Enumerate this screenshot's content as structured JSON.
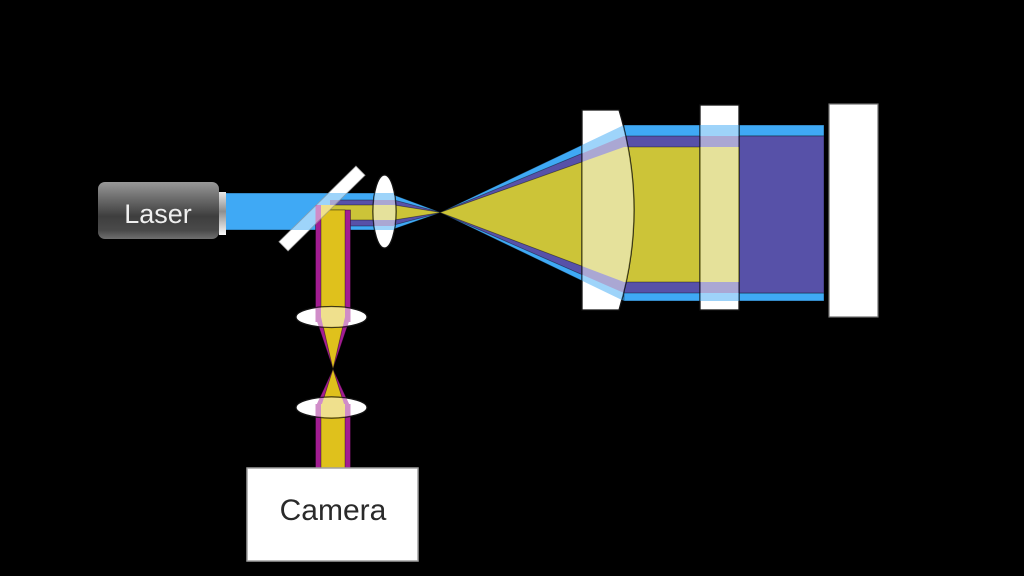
{
  "labels": {
    "laser": "Laser",
    "camera": "Camera"
  },
  "colors": {
    "background": "#000000",
    "excitation_blue": "#3FA9F5",
    "indigo_purple": "#5751A8",
    "beam_yellow": "#CCC438",
    "detection_gold": "#DFC11C",
    "magenta_edge": "#A21D92",
    "optic_white": "#FFFFFF",
    "laser_text": "#EFEFEF",
    "camera_text": "#2A2A2A"
  },
  "components": [
    {
      "id": "laser",
      "label": "Laser",
      "type": "source-box"
    },
    {
      "id": "beamsplitter",
      "label": "",
      "type": "diagonal-dichroic-mirror"
    },
    {
      "id": "focusing-lens",
      "label": "",
      "type": "small-biconvex-lens"
    },
    {
      "id": "focus-point",
      "label": "",
      "type": "beam-waist"
    },
    {
      "id": "objective-lens",
      "label": "",
      "type": "large-plano-convex-lens"
    },
    {
      "id": "window-plate",
      "label": "",
      "type": "flat-optical-window"
    },
    {
      "id": "mirror",
      "label": "",
      "type": "end-mirror"
    },
    {
      "id": "relay-lens-1",
      "label": "",
      "type": "horizontal-biconvex-lens"
    },
    {
      "id": "relay-lens-2",
      "label": "",
      "type": "horizontal-biconvex-lens"
    },
    {
      "id": "camera",
      "label": "Camera",
      "type": "detector-box"
    }
  ],
  "beams": [
    {
      "id": "excitation-beam",
      "color": "#3FA9F5",
      "path": "laser → beamsplitter → focusing-lens → focus → objective-lens → window → mirror"
    },
    {
      "id": "return-beam-outer",
      "color": "#5751A8",
      "path": "mirror → objective-lens → beamsplitter"
    },
    {
      "id": "return-beam-core",
      "color": "#CCC438",
      "path": "mirror → objective-lens → beamsplitter"
    },
    {
      "id": "detection-beam",
      "color": "#DFC11C",
      "path": "beamsplitter → relay-lens-1 → focus → relay-lens-2 → camera"
    }
  ]
}
